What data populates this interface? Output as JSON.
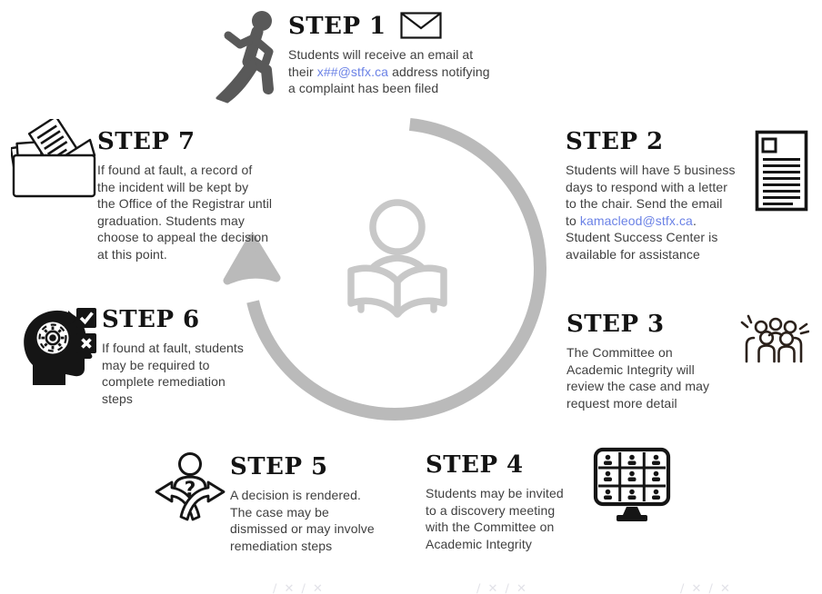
{
  "colors": {
    "heading": "#141414",
    "body_text": "#3f3f3f",
    "link": "#6b82e6",
    "cycle_gray": "#bababa",
    "center_person_gray": "#c8c8c8",
    "icon_black": "#151515",
    "runner_gray": "#595959"
  },
  "center": {
    "icon": "reading-person-icon",
    "arrow": "circular-cycle-arrow"
  },
  "steps": [
    {
      "id": 1,
      "title": "STEP 1",
      "icon": "running-person-icon",
      "extra_icon": "envelope-icon",
      "desc_pre": "Students will receive an email at\ntheir ",
      "link": "x##@stfx.ca",
      "desc_post": " address notifying\na complaint has been filed"
    },
    {
      "id": 2,
      "title": "STEP 2",
      "icon": "letter-document-icon",
      "desc_pre": "Students will have 5 business\ndays to respond with a letter\nto the chair.  Send the email\nto ",
      "link": "kamacleod@stfx.ca",
      "desc_post": ".\nStudent Success Center is\navailable for assistance"
    },
    {
      "id": 3,
      "title": "STEP 3",
      "icon": "committee-people-icon",
      "desc": "The Committee on\nAcademic Integrity will\nreview the case and may\nrequest more detail"
    },
    {
      "id": 4,
      "title": "STEP 4",
      "icon": "video-meeting-monitor-icon",
      "desc": "Students may be invited\nto a discovery meeting\nwith the Committee on\nAcademic Integrity"
    },
    {
      "id": 5,
      "title": "STEP 5",
      "icon": "decision-paths-person-icon",
      "desc": "A decision is rendered.\nThe case may be\ndismissed or may involve\nremediation steps"
    },
    {
      "id": 6,
      "title": "STEP 6",
      "icon": "head-gear-checklist-icon",
      "desc": "If found at fault, students\nmay be required to\ncomplete remediation\nsteps"
    },
    {
      "id": 7,
      "title": "STEP 7",
      "icon": "folder-documents-icon",
      "desc": "If found at fault, a record of\nthe incident will be kept by\nthe Office of the Registrar until\ngraduation.  Students may\nchoose to appeal the decision\nat this point."
    }
  ],
  "watermark": {
    "glyphs": "∕ ✕  ∕ ✕"
  }
}
